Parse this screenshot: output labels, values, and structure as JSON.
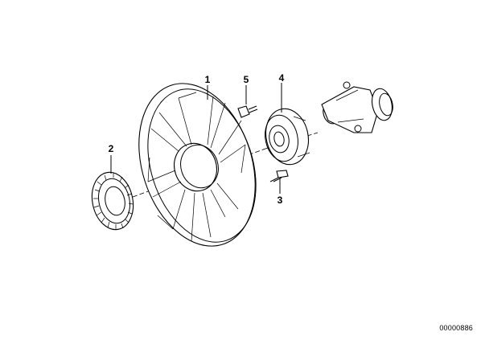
{
  "parts": [
    {
      "id": "1",
      "name": "fan-blade"
    },
    {
      "id": "2",
      "name": "fan-clutch-gear"
    },
    {
      "id": "3",
      "name": "bolt"
    },
    {
      "id": "4",
      "name": "pulley"
    },
    {
      "id": "5",
      "name": "screw"
    }
  ],
  "labels": {
    "part1": "1",
    "part2": "2",
    "part3": "3",
    "part4": "4",
    "part5": "5"
  },
  "document_number": "00000886"
}
